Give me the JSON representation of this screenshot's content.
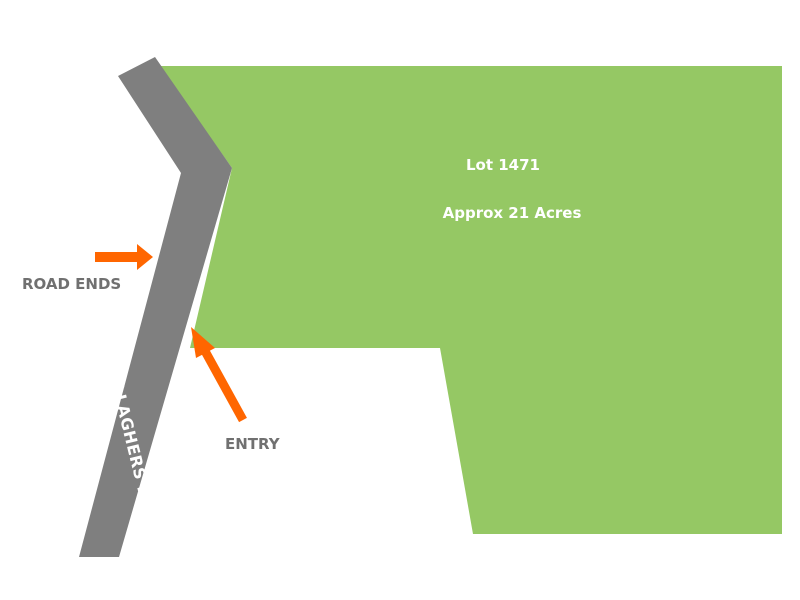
{
  "map": {
    "lot": {
      "name": "Lot 1471",
      "area": "Approx 21 Acres"
    },
    "road": {
      "name": "GALLAGHERS ROAD"
    },
    "labels": {
      "road_ends": "ROAD ENDS",
      "entry": "ENTRY"
    },
    "colors": {
      "lot_fill": "#95c864",
      "road_fill": "#7f7f7f",
      "arrow": "#ff6600",
      "lot_text": "#ffffff",
      "road_text": "#ffffff",
      "label_text": "#707070",
      "background": "#ffffff"
    },
    "icons": {
      "road_ends_marker": "arrow-right-icon",
      "entry_marker": "arrow-up-left-icon"
    }
  }
}
